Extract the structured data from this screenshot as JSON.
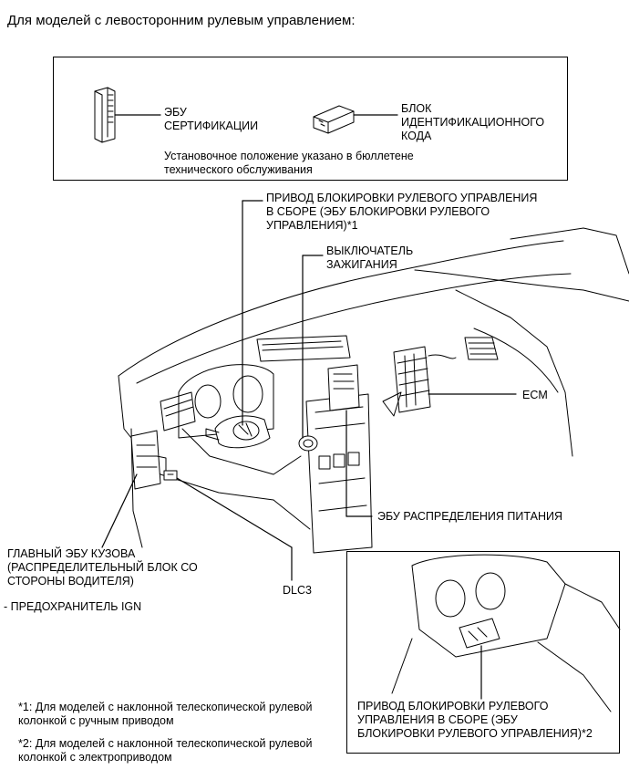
{
  "title": "Для моделей с левосторонним рулевым управлением:",
  "top_box": {
    "certification_ecu": "ЭБУ\nСЕРТИФИКАЦИИ",
    "id_code_box": "БЛОК\nИДЕНТИФИКАЦИОННОГО\nКОДА",
    "note": "Установочное положение указано в бюллетене\nтехнического обслуживания"
  },
  "labels": {
    "steering_lock_1": "ПРИВОД БЛОКИРОВКИ РУЛЕВОГО УПРАВЛЕНИЯ\nВ СБОРЕ (ЭБУ БЛОКИРОВКИ РУЛЕВОГО\nУПРАВЛЕНИЯ)*1",
    "ignition_switch": "ВЫКЛЮЧАТЕЛЬ\nЗАЖИГАНИЯ",
    "ecm": "ECM",
    "power_distribution_ecu": "ЭБУ РАСПРЕДЕЛЕНИЯ ПИТАНИЯ",
    "main_body_ecu": "ГЛАВНЫЙ ЭБУ КУЗОВА\n(РАСПРЕДЕЛИТЕЛЬНЫЙ БЛОК СО\nСТОРОНЫ ВОДИТЕЛЯ)",
    "ign_fuse": "- ПРЕДОХРАНИТЕЛЬ IGN",
    "dlc3": "DLC3",
    "steering_lock_2": "ПРИВОД БЛОКИРОВКИ РУЛЕВОГО\nУПРАВЛЕНИЯ В СБОРЕ (ЭБУ\nБЛОКИРОВКИ РУЛЕВОГО УПРАВЛЕНИЯ)*2"
  },
  "footnotes": {
    "note1": "*1: Для моделей с наклонной телескопической рулевой\nколонкой с ручным приводом",
    "note2": "*2: Для моделей с наклонной телескопической рулевой\nколонкой с электроприводом"
  }
}
